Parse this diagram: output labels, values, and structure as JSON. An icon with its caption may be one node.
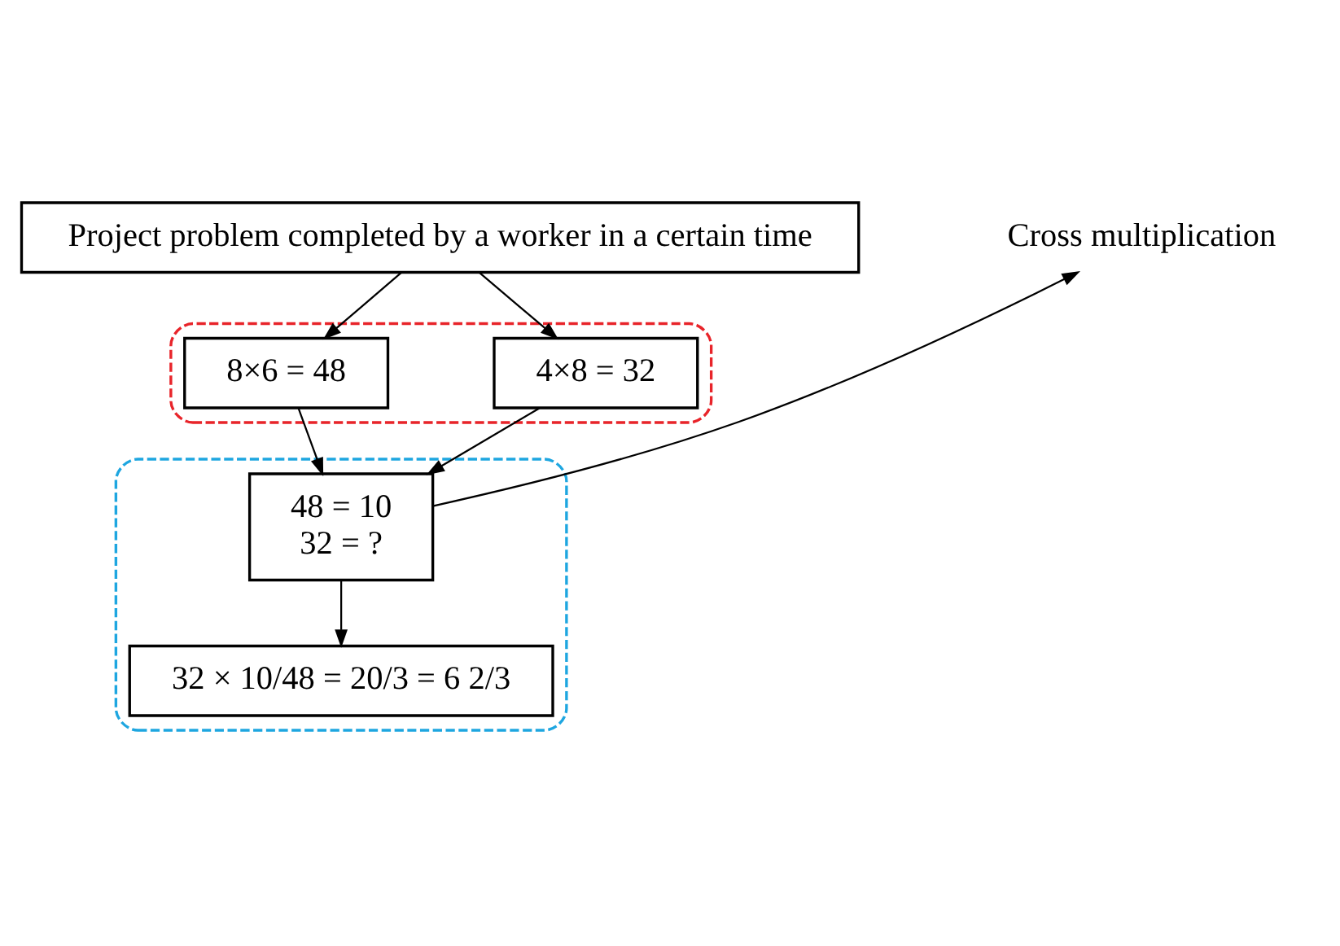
{
  "diagram": {
    "nodes": [
      {
        "text": [
          "Project problem completed by a worker in a certain time"
        ]
      },
      {
        "text": [],
        "shape": "cloud"
      },
      {
        "text": [
          "8×6 = 48"
        ],
        "in": 1
      },
      {
        "text": [
          "4×8 = 32"
        ],
        "in": 1
      },
      {
        "text": [],
        "shape": "cloud"
      },
      {
        "text": [
          "48 = 10 32 = ?"
        ],
        "in": 4
      },
      {
        "text": [
          "32 × 10/48 = 20/3 = 6 2/3"
        ],
        "in": 4
      },
      {
        "text": [
          "Cross multiplication"
        ]
      }
    ],
    "edges": [
      {
        "from": 0,
        "to": 2,
        "arrow": "to"
      },
      {
        "from": 0,
        "to": 3,
        "arrow": "to"
      },
      {
        "from": 2,
        "to": 5,
        "arrow": "to"
      },
      {
        "from": 3,
        "to": 5,
        "arrow": "to"
      },
      {
        "from": 5,
        "to": 6,
        "arrow": "to"
      },
      {
        "from": 5,
        "to": 7,
        "arrow": "to"
      }
    ]
  }
}
